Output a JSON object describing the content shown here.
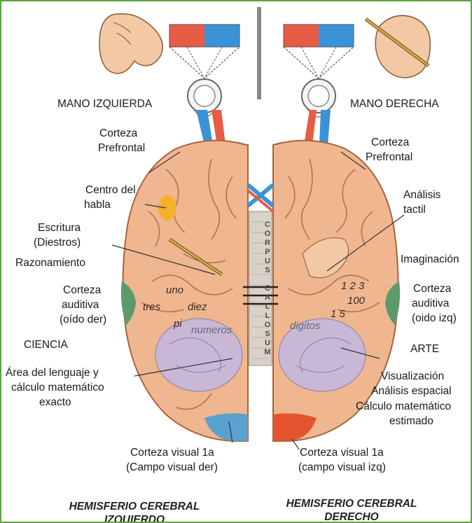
{
  "labels": {
    "left_hand": "MANO IZQUIERDA",
    "right_hand": "MANO DERECHA",
    "prefrontal_left_1": "Corteza",
    "prefrontal_left_2": "Prefrontal",
    "prefrontal_right_1": "Corteza",
    "prefrontal_right_2": "Prefrontal",
    "speech_1": "Centro del",
    "speech_2": "habla",
    "writing_1": "Escritura",
    "writing_2": "(Diestros)",
    "reasoning": "Razonamiento",
    "aud_left_1": "Corteza",
    "aud_left_2": "auditiva",
    "aud_left_3": "(oído der)",
    "science": "CIENCIA",
    "lang_1": "Área del lenguaje y",
    "lang_2": "cálculo matemático",
    "lang_3": "exacto",
    "vis_left_1": "Corteza visual 1a",
    "vis_left_2": "(Campo visual der)",
    "tactile_1": "Análisis",
    "tactile_2": "tactil",
    "imagination": "Imaginación",
    "aud_right_1": "Corteza",
    "aud_right_2": "auditiva",
    "aud_right_3": "(oido izq)",
    "art": "ARTE",
    "visualization": "Visualización",
    "spatial": "Análisis espacial",
    "calc_est_1": "Cálculo matemático",
    "calc_est_2": "estimado",
    "vis_right_1": "Corteza visual 1a",
    "vis_right_2": "(campo visual izq)"
  },
  "brain_words": {
    "uno": "uno",
    "tres": "tres",
    "diez": "diez",
    "pi": "pi",
    "numeros": "numeros",
    "nums_123": "1 2 3",
    "num_100": "100",
    "num_15": "1 5",
    "digitos": "digitos"
  },
  "corpus_callosum": "CORPUS CALLOSUM",
  "footer": {
    "left_1": "HEMISFERIO CEREBRAL",
    "left_2": "IZQUIERDO",
    "right_1": "HEMISFERIO CEREBRAL",
    "right_2": "DERECHO"
  },
  "colors": {
    "frame": "#5aa53c",
    "brain": "#efb68f",
    "lobe_purple": "#c9b7d6",
    "visual_left": "#5aa1cf",
    "visual_right": "#e5532f",
    "auditory": "#5c9a6c",
    "speech": "#f2b02d",
    "red_field": "#e85b45",
    "blue_field": "#3a93d6"
  }
}
